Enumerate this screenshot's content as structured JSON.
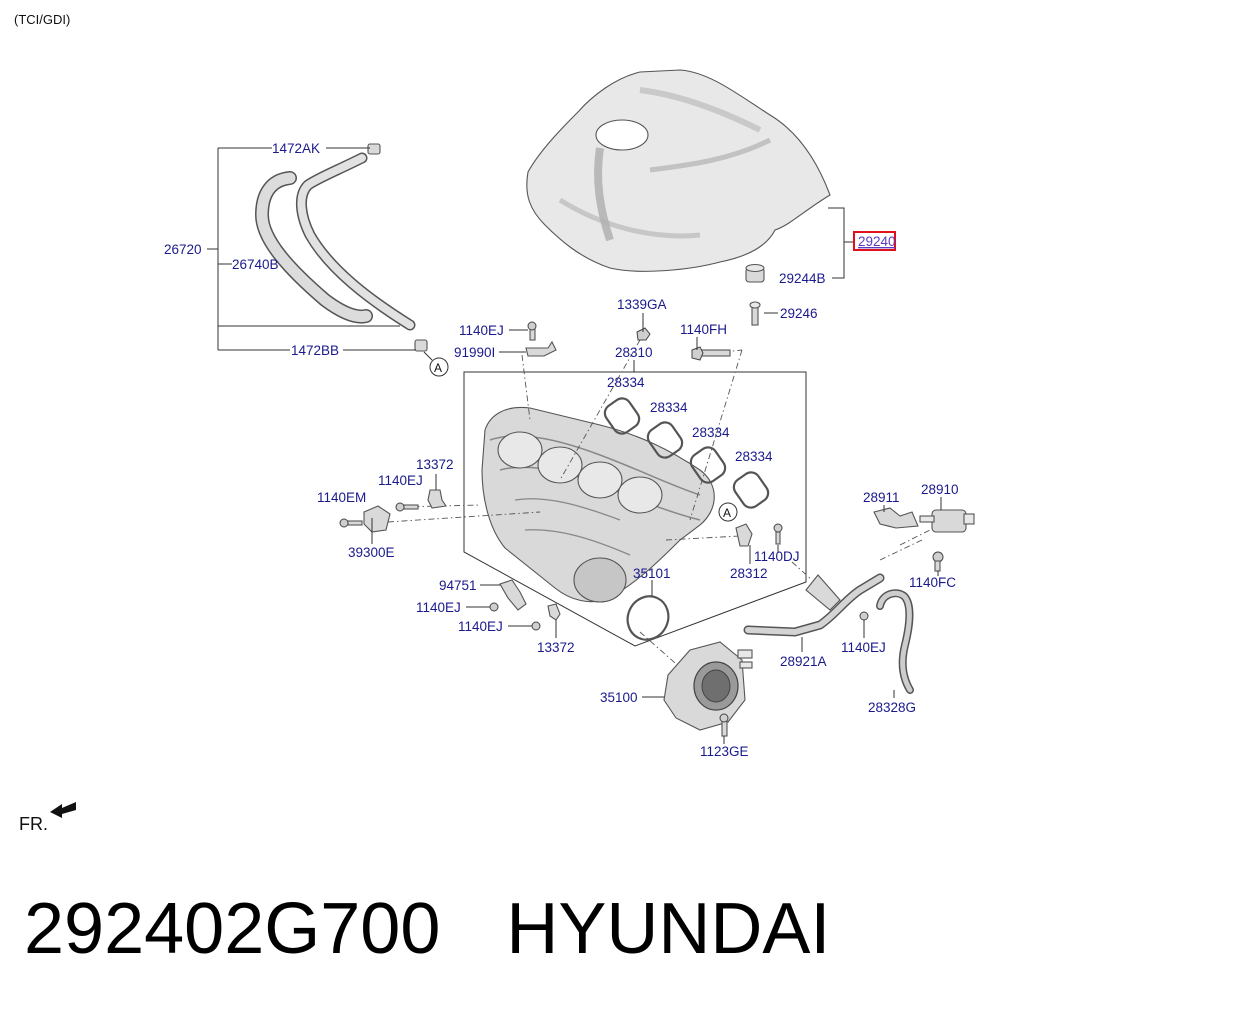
{
  "header": {
    "variant": "(TCI/GDI)"
  },
  "callouts": {
    "c29240": "29240",
    "c29244B": "29244B",
    "c29246": "29246",
    "c1339GA": "1339GA",
    "c1140FH": "1140FH",
    "c1472AK": "1472AK",
    "c26720": "26720",
    "c26740B": "26740B",
    "c1472BB": "1472BB",
    "c1140EJ_top": "1140EJ",
    "c91990I": "91990I",
    "c28310": "28310",
    "c28334_a": "28334",
    "c28334_b": "28334",
    "c28334_c": "28334",
    "c28334_d": "28334",
    "c13372_top": "13372",
    "c1140EJ_left": "1140EJ",
    "c1140EM": "1140EM",
    "c39300E": "39300E",
    "c94751": "94751",
    "c1140EJ_low1": "1140EJ",
    "c1140EJ_low2": "1140EJ",
    "c13372_low": "13372",
    "c35101": "35101",
    "c28312": "28312",
    "c1140DJ": "1140DJ",
    "c28911": "28911",
    "c28910": "28910",
    "c1140FC": "1140FC",
    "c28921A": "28921A",
    "c1140EJ_right": "1140EJ",
    "c28328G": "28328G",
    "c35100": "35100",
    "c1123GE": "1123GE",
    "marker_a": "A"
  },
  "orientation": {
    "label": "FR."
  },
  "footer": {
    "part_number": "292402G700",
    "brand": "HYUNDAI"
  },
  "colors": {
    "callout_text": "#1a1a8c",
    "highlight_box": "#e0101c",
    "highlight_text": "#5a3bbd"
  }
}
